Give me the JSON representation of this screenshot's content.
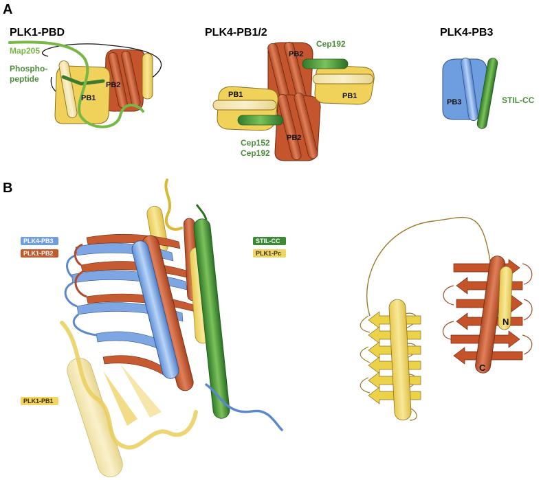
{
  "panels": {
    "a": {
      "letter": "A",
      "titles": [
        "PLK1-PBD",
        "PLK4-PB1/2",
        "PLK4-PB3"
      ],
      "labels": {
        "map205": "Map205",
        "phospho_line1": "Phospho-",
        "phospho_line2": "peptide",
        "pb1": "PB1",
        "pb2": "PB2",
        "pb3": "PB3",
        "cep192_top": "Cep192",
        "cep152": "Cep152",
        "cep192_bottom": "Cep192",
        "stil_cc": "STIL-CC"
      }
    },
    "b": {
      "letter": "B",
      "legend": {
        "plk4_pb3": "PLK4-PB3",
        "plk1_pb2": "PLK1-PB2",
        "stil_cc": "STIL-CC",
        "plk1_pc": "PLK1-Pc",
        "plk1_pb1": "PLK1-PB1"
      },
      "topology": {
        "n_label": "N",
        "c_label": "C"
      }
    }
  },
  "colors": {
    "yellow": "#f1d562",
    "yellow_light": "#f5e6a6",
    "orange": "#c45a2c",
    "blue": "#6f9ee0",
    "blue_light": "#a9c8f0",
    "green": "#3c8a34",
    "green_light": "#6cb945",
    "map205_green": "#76b843",
    "label_green": "#4c8c3b",
    "topo_yellow": "#ecd248",
    "topo_orange": "#c4532a",
    "loop_brown": "#9b7a2a"
  }
}
